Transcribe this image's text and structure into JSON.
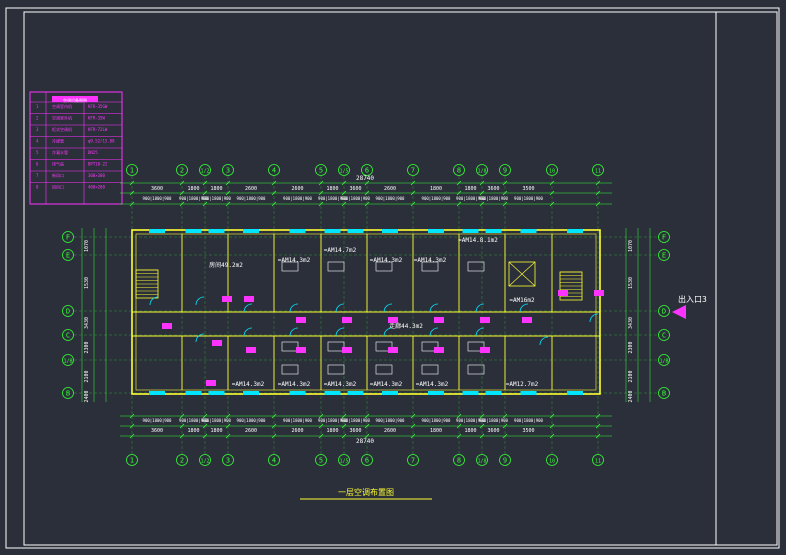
{
  "drawing": {
    "title": " 一层空调布置图",
    "entry_label": "出入口3",
    "overall_dim": "28740"
  },
  "colors": {
    "background": "#2b2f3a",
    "frame": "#ffffff",
    "axis": "#34ff34",
    "wall": "#ffff33",
    "ac_unit": "#ff33ff",
    "door": "#00e5ff",
    "room_text": "#ffffff",
    "arrow": "#ff33ff"
  },
  "axes_x": [
    "1",
    "2",
    "1/2",
    "3",
    "4",
    "5",
    "1/5",
    "6",
    "7",
    "8",
    "1/8",
    "9",
    "10",
    "11"
  ],
  "axes_y": [
    "F",
    "E",
    "D",
    "C",
    "1/B",
    "B"
  ],
  "spans_top": [
    "3600",
    "1800",
    "1800",
    "2600",
    "2600",
    "1800",
    "3600",
    "2600",
    "1800",
    "1800",
    "3600",
    "3500"
  ],
  "spans_left": [
    "1070",
    "1530",
    "3430",
    "2300",
    "2100",
    "2400"
  ],
  "rooms": [
    {
      "label": "房间49.2m2"
    },
    {
      "label": "=AM14.3m2"
    },
    {
      "label": "=AM14.7m2"
    },
    {
      "label": "=AM14.3m2"
    },
    {
      "label": "=AM14.3m2"
    },
    {
      "label": "=AM14.8.1m2"
    },
    {
      "label": "=AM16m2"
    },
    {
      "label": "走廊44.3m2"
    },
    {
      "label": "=AM14.3m2"
    },
    {
      "label": "=AM14.3m2"
    },
    {
      "label": "=AM14.3m2"
    },
    {
      "label": "=AM14.3m2"
    },
    {
      "label": "=AM14.3m2"
    },
    {
      "label": "=AM12.7m2"
    }
  ],
  "legend": {
    "header": "空调设备图例",
    "rows": [
      {
        "no": "1",
        "name": "空调室内机",
        "spec": "KFR-35GW"
      },
      {
        "no": "2",
        "name": "空调室外机",
        "spec": "KFR-35W"
      },
      {
        "no": "3",
        "name": "柜式空调机",
        "spec": "KFR-72LW"
      },
      {
        "no": "4",
        "name": "冷媒管",
        "spec": "φ9.52/15.88"
      },
      {
        "no": "5",
        "name": "冷凝水管",
        "spec": "DN25"
      },
      {
        "no": "6",
        "name": "排气扇",
        "spec": "BPT10-22"
      },
      {
        "no": "7",
        "name": "新风口",
        "spec": "300×300"
      },
      {
        "no": "8",
        "name": "回风口",
        "spec": "400×200"
      }
    ]
  }
}
